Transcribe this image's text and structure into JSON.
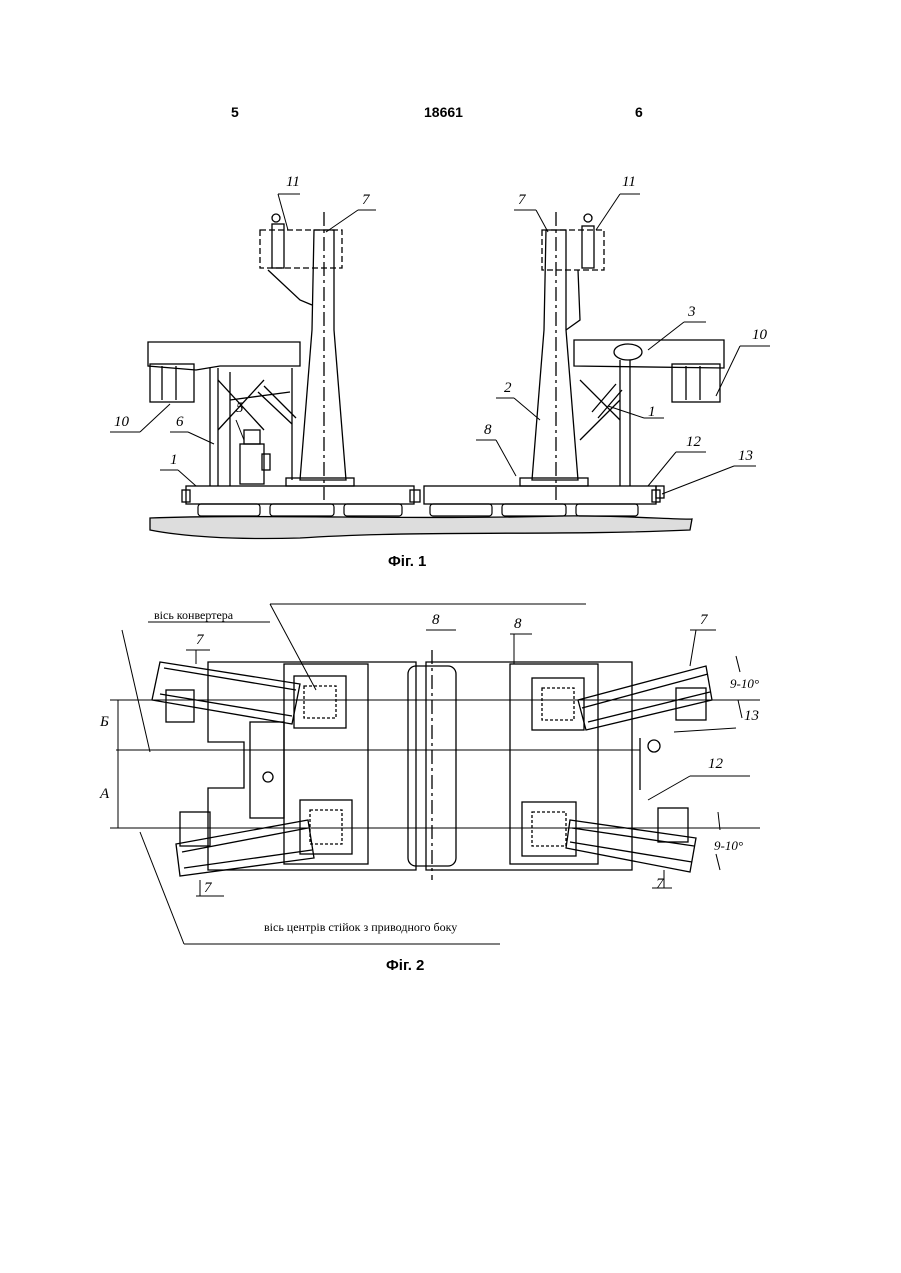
{
  "header": {
    "page_left": "5",
    "patent_number": "18661",
    "page_right": "6"
  },
  "figure1": {
    "caption": "Фіг. 1",
    "labels": {
      "l11a": "11",
      "l7a": "7",
      "l7b": "7",
      "l11b": "11",
      "l3": "3",
      "l10a": "10",
      "l10b": "10",
      "l5": "5",
      "l6": "6",
      "l1a": "1",
      "l2": "2",
      "l1b": "1",
      "l8": "8",
      "l12": "12",
      "l13": "13"
    }
  },
  "figure2": {
    "caption": "Фіг. 2",
    "axis_converter": "вісь конвертера",
    "axis_centers": "вісь центрів стійок з приводного боку",
    "angle_top": "9-10°",
    "angle_bottom": "9-10°",
    "labels": {
      "l8a": "8",
      "l8b": "8",
      "l7a": "7",
      "l7b": "7",
      "l7c": "7",
      "l7d": "7",
      "l13": "13",
      "l12": "12",
      "dimB": "Б",
      "dimA": "А"
    }
  }
}
